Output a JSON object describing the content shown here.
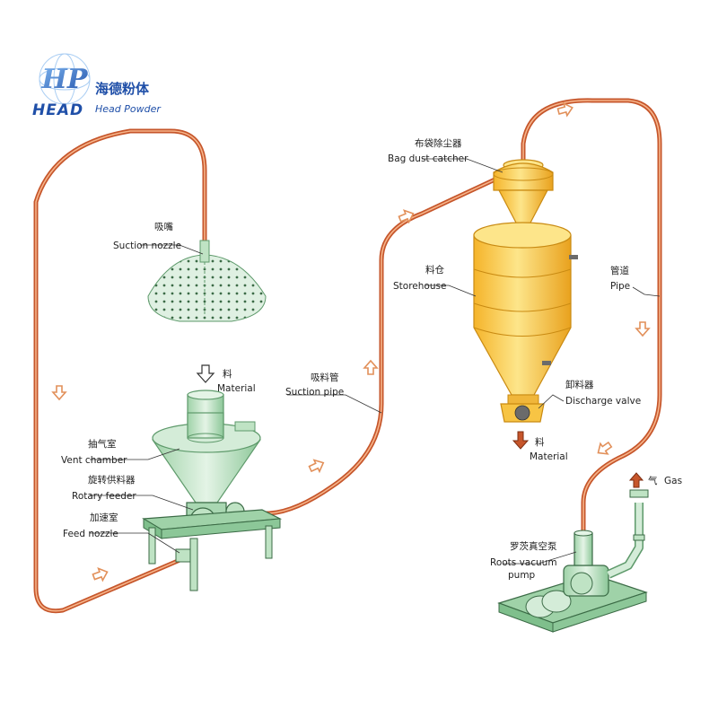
{
  "logo": {
    "mark": "HP",
    "brand": "HEAD",
    "name_cn": "海德粉体",
    "name_en": "Head Powder"
  },
  "labels": {
    "suction_nozzle_cn": "吸嘴",
    "suction_nozzle_en": "Suction nozzle",
    "material_in_cn": "料",
    "material_in_en": "Material",
    "vent_chamber_cn": "抽气室",
    "vent_chamber_en": "Vent chamber",
    "rotary_feeder_cn": "旋转供料器",
    "rotary_feeder_en": "Rotary feeder",
    "feed_nozzle_cn": "加速室",
    "feed_nozzle_en": "Feed nozzle",
    "suction_pipe_cn": "吸料管",
    "suction_pipe_en": "Suction pipe",
    "bag_dust_catcher_cn": "布袋除尘器",
    "bag_dust_catcher_en": "Bag dust catcher",
    "storehouse_cn": "料仓",
    "storehouse_en": "Storehouse",
    "pipe_cn": "管道",
    "pipe_en": "Pipe",
    "discharge_valve_cn": "卸料器",
    "discharge_valve_en": "Discharge valve",
    "material_out_cn": "料",
    "material_out_en": "Material",
    "gas_cn": "气",
    "gas_en": "Gas",
    "roots_pump_cn": "罗茨真空泵",
    "roots_pump_en_1": "Roots vacuum",
    "roots_pump_en_2": "pump"
  },
  "colors": {
    "pipe": "#c6562b",
    "pipe_highlight": "#f6b48a",
    "equipment_green": "#bfe3c4",
    "equipment_green_dark": "#5e9a6b",
    "silo_yellow": "#f7c444",
    "silo_yellow_dark": "#c98a12",
    "arrow": "#e2905a",
    "logo_blue": "#1f4fa8"
  }
}
